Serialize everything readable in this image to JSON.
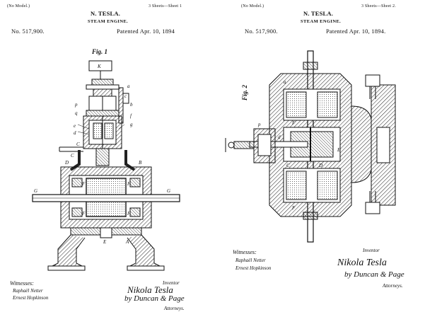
{
  "sheets": [
    {
      "model_note": "(No Model.)",
      "sheets_note": "3 Sheets—Sheet 1",
      "inventor_name": "N. TESLA.",
      "title": "STEAM ENGINE.",
      "patent_number": "No. 517,900.",
      "patent_date": "Patented Apr. 10, 1894",
      "figure_label": "Fig. 1",
      "witnesses_label": "Witnesses:",
      "witness_sig_1": "Raphaël Netter",
      "witness_sig_2": "Ernest Hopkinson",
      "inventor_label": "Inventor",
      "inventor_sig": "Nikola Tesla",
      "attorney_sig": "by Duncan & Page",
      "attorney_label": "Attorneys."
    },
    {
      "model_note": "(No Model.)",
      "sheets_note": "3 Sheets—Sheet 2.",
      "inventor_name": "N. TESLA.",
      "title": "STEAM ENGINE.",
      "patent_number": "No. 517,900.",
      "patent_date": "Patented Apr. 10, 1894.",
      "figure_label": "Fig. 2",
      "witnesses_label": "Witnesses:",
      "witness_sig_1": "Raphaël Netter",
      "witness_sig_2": "Ernest Hopkinson",
      "inventor_label": "Inventor",
      "inventor_sig": "Nikola Tesla",
      "attorney_sig": "by Duncan & Page",
      "attorney_label": "Attorneys."
    }
  ],
  "drawing_labels_fig1": [
    "K",
    "a",
    "c",
    "b",
    "p",
    "q",
    "f",
    "g",
    "e",
    "d",
    "C",
    "C",
    "D",
    "B",
    "F",
    "F",
    "F",
    "F",
    "G",
    "G",
    "E",
    "A"
  ],
  "drawing_labels_fig2": [
    "a",
    "p",
    "d",
    "C",
    "D",
    "E",
    "F",
    "F"
  ],
  "colors": {
    "ink": "#111111",
    "paper": "#ffffff",
    "hatch": "#222222"
  }
}
